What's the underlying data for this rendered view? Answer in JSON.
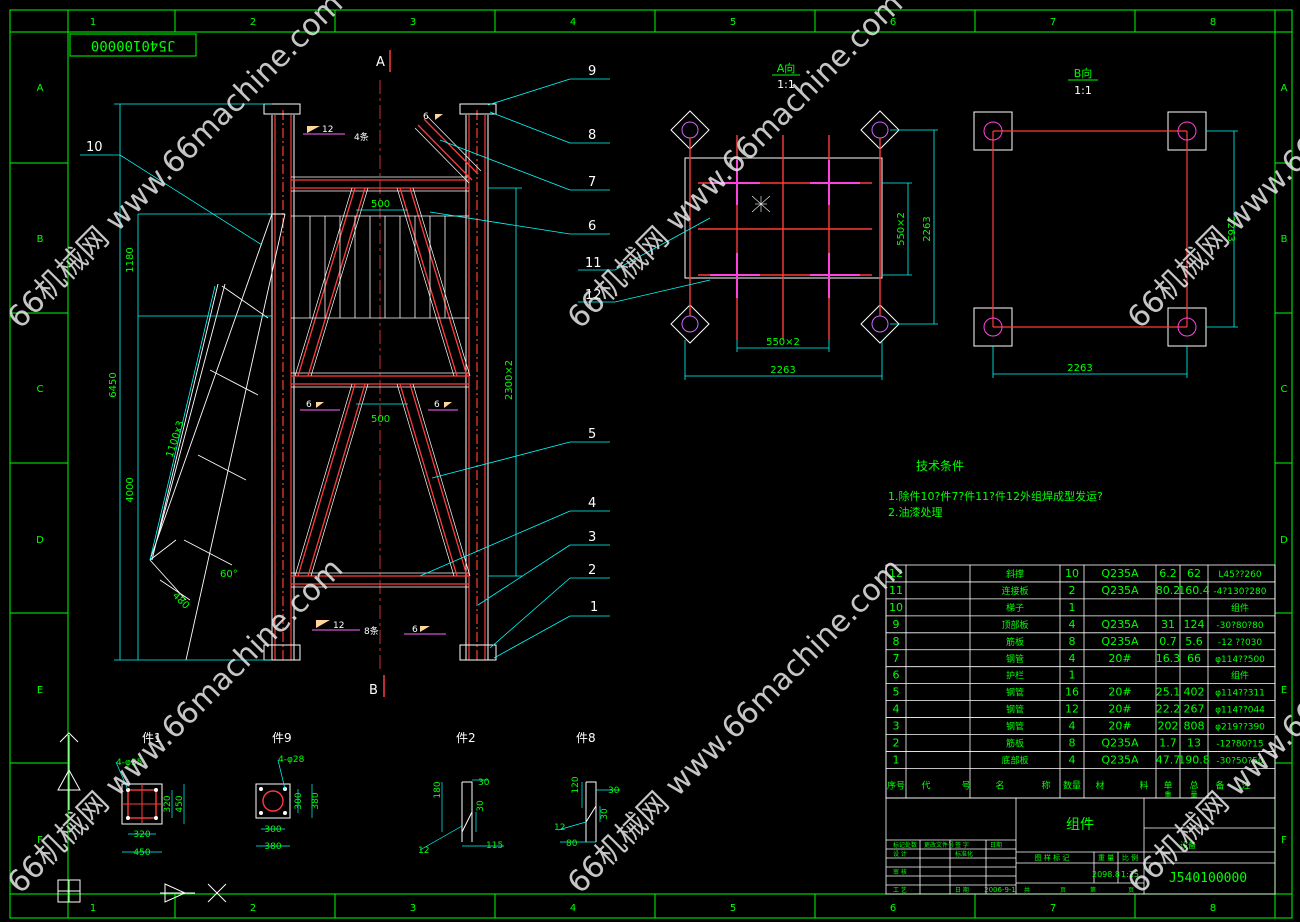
{
  "drawing_number_stamp": "J540100000",
  "grid": {
    "columns": [
      "1",
      "2",
      "3",
      "4",
      "5",
      "6",
      "7",
      "8"
    ],
    "rows": [
      "A",
      "B",
      "C",
      "D",
      "E",
      "F"
    ]
  },
  "main_view": {
    "section_label_top": "A",
    "section_label_bottom": "B",
    "dims": {
      "total_height": "6450",
      "upper_height": "1180",
      "lower_height": "4000",
      "ladder_length": "1100x3",
      "ladder_angle": "60°",
      "ladder_width": "480",
      "span_upper": "500",
      "span_lower": "500",
      "column_spacing": "2300×2"
    },
    "welds": [
      "12",
      "4条",
      "6",
      "6",
      "6",
      "12",
      "8条",
      "6"
    ],
    "balloons": [
      "9",
      "8",
      "7",
      "6",
      "5",
      "4",
      "3",
      "2",
      "1",
      "10",
      "11",
      "12"
    ]
  },
  "view_a": {
    "title": "A向",
    "scale": "1:1",
    "dim_inner_v": "550×2",
    "dim_outer_v": "2263",
    "dim_inner_h": "550×2",
    "dim_outer_h": "2263"
  },
  "view_b": {
    "title": "B向",
    "scale": "1:1",
    "dim_v": "2263",
    "dim_h": "2263"
  },
  "tech": {
    "title": "技术条件",
    "line1": "1.除件10?件7?件11?件12外组焊成型发运?",
    "line2": "2.油漆处理"
  },
  "details": {
    "d1": {
      "title": "件1",
      "holes": "4-φ35",
      "w_outer": "450",
      "w_inner": "320",
      "h_outer": "450",
      "h_inner": "320"
    },
    "d9": {
      "title": "件9",
      "holes": "4-φ28",
      "w_outer": "380",
      "w_inner": "300",
      "h_outer": "380",
      "h_inner": "300"
    },
    "d2": {
      "title": "件2",
      "h1": "180",
      "w1": "30",
      "h2": "30",
      "t": "12",
      "w2": "115"
    },
    "d8": {
      "title": "件8",
      "h1": "120",
      "w1": "30",
      "h2": "30",
      "t": "12",
      "w2": "80"
    }
  },
  "bom": {
    "rows": [
      [
        "12",
        "",
        "斜撑",
        "10",
        "Q235A",
        "6.2",
        "62",
        "L45??260"
      ],
      [
        "11",
        "",
        "连接板",
        "2",
        "Q235A",
        "80.2",
        "160.4",
        "-4?130?280"
      ],
      [
        "10",
        "",
        "梯子",
        "1",
        "",
        "",
        "",
        "组件"
      ],
      [
        "9",
        "",
        "顶部板",
        "4",
        "Q235A",
        "31",
        "124",
        "-30?80?80"
      ],
      [
        "8",
        "",
        "筋板",
        "8",
        "Q235A",
        "0.7",
        "5.6",
        "-12 ??030"
      ],
      [
        "7",
        "",
        "钢管",
        "4",
        "20#",
        "16.3",
        "66",
        "φ114??500"
      ],
      [
        "6",
        "",
        "护栏",
        "1",
        "",
        "",
        "",
        "组件"
      ],
      [
        "5",
        "",
        "钢管",
        "16",
        "20#",
        "25.1",
        "402",
        "φ114??311"
      ],
      [
        "4",
        "",
        "钢管",
        "12",
        "20#",
        "22.2",
        "267",
        "φ114??044"
      ],
      [
        "3",
        "",
        "钢管",
        "4",
        "20#",
        "202",
        "808",
        "φ219??390"
      ],
      [
        "2",
        "",
        "筋板",
        "8",
        "Q235A",
        "1.7",
        "13",
        "-12?80?15"
      ],
      [
        "1",
        "",
        "底部板",
        "4",
        "Q235A",
        "47.7",
        "190.8",
        "-30?50?50"
      ]
    ],
    "header": [
      "序号",
      "代",
      "号",
      "名",
      "称",
      "数量",
      "材",
      "料",
      "单",
      "总",
      "备",
      "注"
    ],
    "header_sub": [
      "重",
      "量"
    ]
  },
  "title_block": {
    "name": "组件",
    "number": "J540100000",
    "weight": "2098.8",
    "scale": "1:25",
    "date": "2006-9-1",
    "project": "设备",
    "labels": [
      "标记",
      "处数",
      "更改文件号",
      "签 字",
      "日期"
    ],
    "labels2": [
      "设 计",
      "标准化"
    ],
    "labels3": [
      "审 核",
      "工 艺",
      "日 期"
    ],
    "stage": [
      "图 样 标 记",
      "重 量",
      "比 例"
    ],
    "sheet": [
      "共",
      "页",
      "第",
      "页"
    ]
  },
  "watermark": "66机械网 www.66machine.com",
  "colors": {
    "border": "#00ff00",
    "dim": "#00ffff",
    "steel": "#ff3b3b",
    "weld": "#ff66ff",
    "text": "#00ff00",
    "white": "#ffffff",
    "weld_flag": "#ffd59a"
  }
}
